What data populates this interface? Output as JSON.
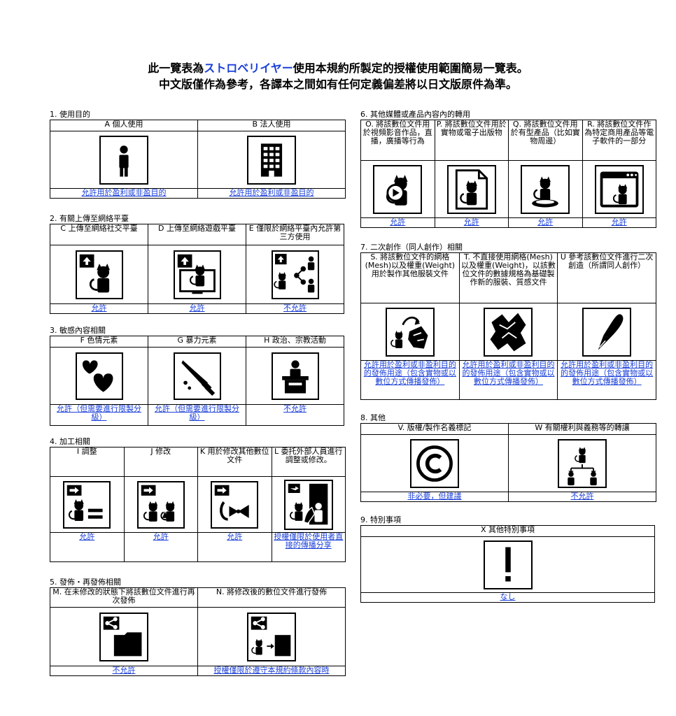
{
  "header": {
    "line1_a": "此一覽表為",
    "line1_highlight": "ストロベリイヤー",
    "line1_b": "使用本規約所製定的授權使用範圍簡易一覽表。",
    "line2": "中文版僅作為參考，各譯本之間如有任何定義偏差將以日文版原件為準。"
  },
  "s1": {
    "label": "1. 使用目的",
    "cols": [
      {
        "title": "A 個人使用",
        "result": "允許用於盈利或非盈目的",
        "icon": "person-icon"
      },
      {
        "title": "B 法人使用",
        "result": "允許用於盈利或非盈目的",
        "icon": "building-icon"
      }
    ]
  },
  "s2": {
    "label": "2. 有關上傳至網絡平臺",
    "cols": [
      {
        "title": "C 上傳至網絡社交平臺",
        "result": "允許",
        "icon": "upload-social-icon"
      },
      {
        "title": "D 上傳至網絡遊戲平臺",
        "result": "允許",
        "icon": "upload-game-icon"
      },
      {
        "title": "E 僅限於網絡平臺內允許第三方使用",
        "result": "不允許",
        "icon": "share-third-party-icon"
      }
    ]
  },
  "s3": {
    "label": "3. 敏感內容相關",
    "cols": [
      {
        "title": "F 色情元素",
        "result": "允許（但需要進行限製分級）",
        "icon": "hearts-icon"
      },
      {
        "title": "G 暴力元素",
        "result": "允許（但需要進行限製分級）",
        "icon": "knife-icon"
      },
      {
        "title": "H 政治、宗教活動",
        "result": "不允許",
        "icon": "podium-icon"
      }
    ]
  },
  "s4": {
    "label": "4. 加工相關",
    "cols": [
      {
        "title": "I 調整",
        "result": "允許",
        "icon": "adjust-icon"
      },
      {
        "title": "J 修改",
        "result": "允許",
        "icon": "modify-icon"
      },
      {
        "title": "K 用於修改其他數位文件",
        "result": "允許",
        "icon": "modify-other-icon"
      },
      {
        "title": "L 委托外部人員進行調整或修改。",
        "result": "授權僅限於使用者直接的傳播分享",
        "icon": "outsource-icon"
      }
    ]
  },
  "s5": {
    "label": "5. 發佈・再發佈相關",
    "cols": [
      {
        "title": "M. 在未修改的狀態下將該數位文件進行再次發佈",
        "result": "不允許",
        "icon": "redistribute-icon"
      },
      {
        "title": "N. 將修改後的數位文件進行發佈",
        "result": "授權僅限於遵守本規約條款內容時",
        "icon": "distribute-modified-icon"
      }
    ]
  },
  "s6": {
    "label": "6. 其他媒體或產品內容內的轉用",
    "cols": [
      {
        "title": "O. 將該數位文件用於視頻影音作品，直播，廣播等行為",
        "result": "允許",
        "icon": "video-icon"
      },
      {
        "title": "P. 將該數位文件用於實物或電子出版物",
        "result": "允許",
        "icon": "publication-icon"
      },
      {
        "title": "Q. 將該數位文件用於有型產品（比如實物周邊）",
        "result": "允許",
        "icon": "merchandise-icon"
      },
      {
        "title": "R. 將該數位文件作為特定商用產品等電子軟件的一部分",
        "result": "允許",
        "icon": "software-icon"
      }
    ]
  },
  "s7": {
    "label": "7. 二次創作（同人創作）相關",
    "cols": [
      {
        "title": "S. 將該數位文件的網格(Mesh)以及權重(Weight)用於製作其他服裝文件",
        "result": "允許用於盈利或非盈利目的的發佈用途（包含實物或以數位方式傳播發佈）",
        "icon": "mesh-clothing-icon"
      },
      {
        "title": "T. 不直接使用網格(Mesh)以及權重(Weight)，以該數位文件的數據規格為基礎製作新的服裝、質感文件",
        "result": "允許用於盈利或非盈利目的的發佈用途（包含實物或以數位方式傳播發佈）",
        "icon": "new-clothing-icon"
      },
      {
        "title": "U 參考該數位文件進行二次創造（所謂同人創作）",
        "result": "允許用於盈利或非盈利目的的發佈用途（包含實物或以數位方式傳播發佈）",
        "icon": "pen-icon"
      }
    ]
  },
  "s8": {
    "label": "8. 其他",
    "cols": [
      {
        "title": "V. 版權/製作名義標記",
        "result": "非必要，但建議",
        "icon": "copyright-icon"
      },
      {
        "title": "W 有關權利與義務等的轉讓",
        "result": "不允許",
        "icon": "transfer-icon"
      }
    ]
  },
  "s9": {
    "label": "9. 特別事項",
    "cols": [
      {
        "title": "X 其他特別事項",
        "result": "なし",
        "icon": "exclamation-icon"
      }
    ]
  }
}
